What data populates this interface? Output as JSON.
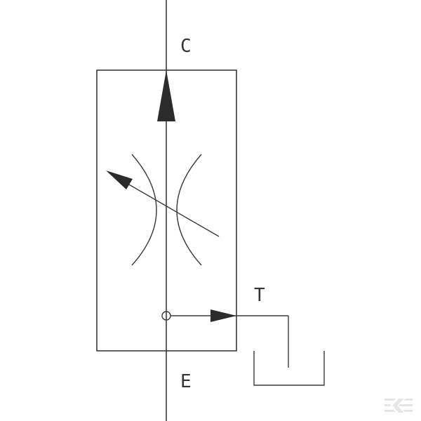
{
  "ports": {
    "top": "C",
    "bottom": "E",
    "tank": "T"
  },
  "colors": {
    "line": "#3a3a3a",
    "fill": "#2c2c2c",
    "watermark": "#e6e6e6"
  },
  "watermark_icon": "kramp-logo-icon"
}
